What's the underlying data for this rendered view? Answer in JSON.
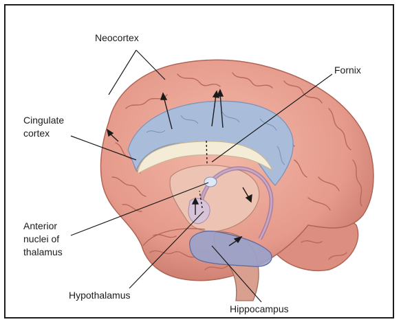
{
  "labels": {
    "neocortex": "Neocortex",
    "fornix": "Fornix",
    "cingulate_cortex": "Cingulate\ncortex",
    "anterior_nuclei": "Anterior\nnuclei of\nthalamus",
    "hypothalamus": "Hypothalamus",
    "hippocampus": "Hippocampus"
  },
  "colors": {
    "cortex_pink": "#e9a294",
    "cortex_fold": "#b9695c",
    "cingulate_blue": "#a9bddb",
    "corpus_callosum": "#f4ecd7",
    "hippocampus_blue": "#9aa3cb",
    "brainstem": "#d9a08f",
    "leader_line": "#1a1a1a"
  }
}
